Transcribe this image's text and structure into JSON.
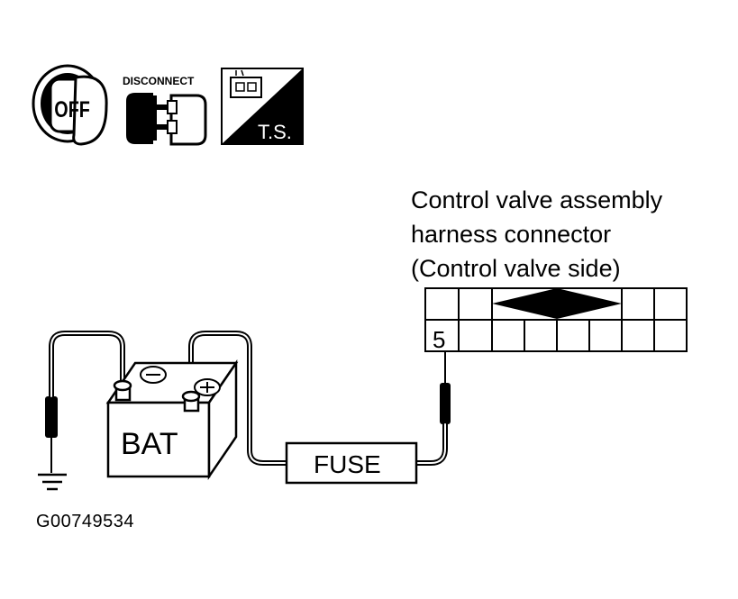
{
  "icons": {
    "ignition_label": "OFF",
    "disconnect_label": "DISCONNECT",
    "ts_label": "T.S."
  },
  "caption": {
    "line1": "Control valve assembly",
    "line2": "harness connector",
    "line3": "(Control valve side)"
  },
  "connector": {
    "terminal_label": "5"
  },
  "battery": {
    "label": "BAT"
  },
  "fuse": {
    "label": "FUSE"
  },
  "figure_id": "G00749534"
}
